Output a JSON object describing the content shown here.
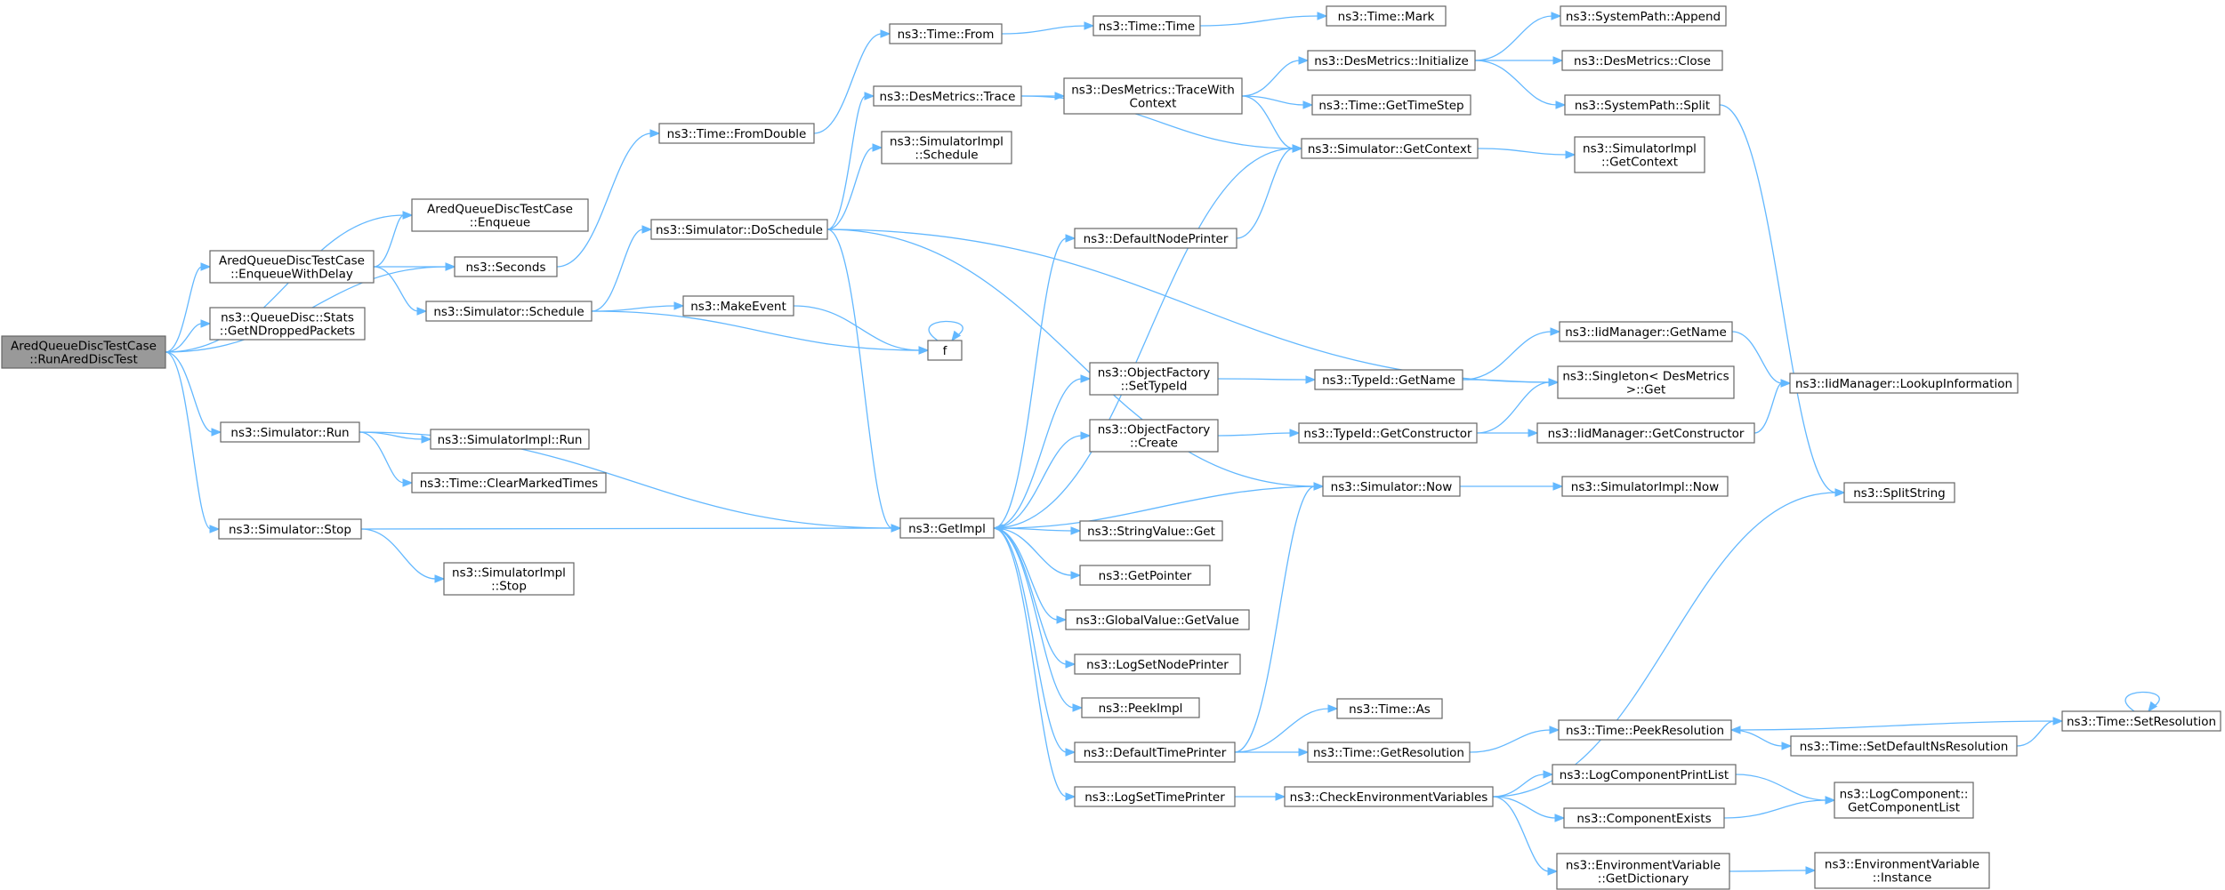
{
  "graph": {
    "root": "AredQueueDiscTestCase::RunAredDiscTest",
    "nodes": [
      {
        "id": "run_ared",
        "lines": [
          "AredQueueDiscTestCase",
          "::RunAredDiscTest"
        ],
        "root": true
      },
      {
        "id": "enqueue",
        "lines": [
          "AredQueueDiscTestCase",
          "::Enqueue"
        ]
      },
      {
        "id": "enqueue_delay",
        "lines": [
          "AredQueueDiscTestCase",
          "::EnqueueWithDelay"
        ]
      },
      {
        "id": "seconds",
        "lines": [
          "ns3::Seconds"
        ]
      },
      {
        "id": "gndp",
        "lines": [
          "ns3::QueueDisc::Stats",
          "::GetNDroppedPackets"
        ]
      },
      {
        "id": "sim_run",
        "lines": [
          "ns3::Simulator::Run"
        ]
      },
      {
        "id": "sim_stop",
        "lines": [
          "ns3::Simulator::Stop"
        ]
      },
      {
        "id": "from_double",
        "lines": [
          "ns3::Time::FromDouble"
        ]
      },
      {
        "id": "sim_schedule",
        "lines": [
          "ns3::Simulator::Schedule"
        ]
      },
      {
        "id": "do_schedule",
        "lines": [
          "ns3::Simulator::DoSchedule"
        ]
      },
      {
        "id": "simimpl_run",
        "lines": [
          "ns3::SimulatorImpl::Run"
        ]
      },
      {
        "id": "clear_marked",
        "lines": [
          "ns3::Time::ClearMarkedTimes"
        ]
      },
      {
        "id": "simimpl_stop",
        "lines": [
          "ns3::SimulatorImpl",
          "::Stop"
        ]
      },
      {
        "id": "time_from",
        "lines": [
          "ns3::Time::From"
        ]
      },
      {
        "id": "des_trace",
        "lines": [
          "ns3::DesMetrics::Trace"
        ]
      },
      {
        "id": "simimpl_schedule",
        "lines": [
          "ns3::SimulatorImpl",
          "::Schedule"
        ]
      },
      {
        "id": "make_event",
        "lines": [
          "ns3::MakeEvent"
        ]
      },
      {
        "id": "f",
        "lines": [
          "f"
        ]
      },
      {
        "id": "get_impl",
        "lines": [
          "ns3::GetImpl"
        ]
      },
      {
        "id": "time_time",
        "lines": [
          "ns3::Time::Time"
        ]
      },
      {
        "id": "des_trace_ctx",
        "lines": [
          "ns3::DesMetrics::TraceWith",
          "Context"
        ]
      },
      {
        "id": "def_node_printer",
        "lines": [
          "ns3::DefaultNodePrinter"
        ]
      },
      {
        "id": "of_settypeid",
        "lines": [
          "ns3::ObjectFactory",
          "::SetTypeId"
        ]
      },
      {
        "id": "of_create",
        "lines": [
          "ns3::ObjectFactory",
          "::Create"
        ]
      },
      {
        "id": "string_get",
        "lines": [
          "ns3::StringValue::Get"
        ]
      },
      {
        "id": "get_pointer",
        "lines": [
          "ns3::GetPointer"
        ]
      },
      {
        "id": "gv_getvalue",
        "lines": [
          "ns3::GlobalValue::GetValue"
        ]
      },
      {
        "id": "log_set_node",
        "lines": [
          "ns3::LogSetNodePrinter"
        ]
      },
      {
        "id": "peek_impl",
        "lines": [
          "ns3::PeekImpl"
        ]
      },
      {
        "id": "def_time_printer",
        "lines": [
          "ns3::DefaultTimePrinter"
        ]
      },
      {
        "id": "log_set_time",
        "lines": [
          "ns3::LogSetTimePrinter"
        ]
      },
      {
        "id": "time_mark",
        "lines": [
          "ns3::Time::Mark"
        ]
      },
      {
        "id": "des_init",
        "lines": [
          "ns3::DesMetrics::Initialize"
        ]
      },
      {
        "id": "get_timestep",
        "lines": [
          "ns3::Time::GetTimeStep"
        ]
      },
      {
        "id": "sim_getcontext",
        "lines": [
          "ns3::Simulator::GetContext"
        ]
      },
      {
        "id": "typeid_getname",
        "lines": [
          "ns3::TypeId::GetName"
        ]
      },
      {
        "id": "typeid_getctor",
        "lines": [
          "ns3::TypeId::GetConstructor"
        ]
      },
      {
        "id": "sim_now",
        "lines": [
          "ns3::Simulator::Now"
        ]
      },
      {
        "id": "time_as",
        "lines": [
          "ns3::Time::As"
        ]
      },
      {
        "id": "time_getres",
        "lines": [
          "ns3::Time::GetResolution"
        ]
      },
      {
        "id": "check_env",
        "lines": [
          "ns3::CheckEnvironmentVariables"
        ]
      },
      {
        "id": "sp_append",
        "lines": [
          "ns3::SystemPath::Append"
        ]
      },
      {
        "id": "des_close",
        "lines": [
          "ns3::DesMetrics::Close"
        ]
      },
      {
        "id": "sp_split",
        "lines": [
          "ns3::SystemPath::Split"
        ]
      },
      {
        "id": "simimpl_getctx",
        "lines": [
          "ns3::SimulatorImpl",
          "::GetContext"
        ]
      },
      {
        "id": "iid_getname",
        "lines": [
          "ns3::IidManager::GetName"
        ]
      },
      {
        "id": "singleton_get",
        "lines": [
          "ns3::Singleton< DesMetrics",
          " >::Get"
        ]
      },
      {
        "id": "iid_getctor",
        "lines": [
          "ns3::IidManager::GetConstructor"
        ]
      },
      {
        "id": "simimpl_now",
        "lines": [
          "ns3::SimulatorImpl::Now"
        ]
      },
      {
        "id": "time_peekres",
        "lines": [
          "ns3::Time::PeekResolution"
        ]
      },
      {
        "id": "log_print_list",
        "lines": [
          "ns3::LogComponentPrintList"
        ]
      },
      {
        "id": "comp_exists",
        "lines": [
          "ns3::ComponentExists"
        ]
      },
      {
        "id": "env_getdict",
        "lines": [
          "ns3::EnvironmentVariable",
          "::GetDictionary"
        ]
      },
      {
        "id": "iid_lookup",
        "lines": [
          "ns3::IidManager::LookupInformation"
        ]
      },
      {
        "id": "split_string",
        "lines": [
          "ns3::SplitString"
        ]
      },
      {
        "id": "time_setdefault",
        "lines": [
          "ns3::Time::SetDefaultNsResolution"
        ]
      },
      {
        "id": "log_getlist",
        "lines": [
          "ns3::LogComponent::",
          "GetComponentList"
        ]
      },
      {
        "id": "env_instance",
        "lines": [
          "ns3::EnvironmentVariable",
          "::Instance"
        ]
      },
      {
        "id": "time_setres",
        "lines": [
          "ns3::Time::SetResolution"
        ]
      }
    ],
    "edges": [
      [
        "run_ared",
        "enqueue"
      ],
      [
        "run_ared",
        "enqueue_delay"
      ],
      [
        "run_ared",
        "seconds"
      ],
      [
        "run_ared",
        "gndp"
      ],
      [
        "run_ared",
        "sim_run"
      ],
      [
        "run_ared",
        "sim_stop"
      ],
      [
        "enqueue_delay",
        "enqueue"
      ],
      [
        "enqueue_delay",
        "seconds"
      ],
      [
        "enqueue_delay",
        "sim_schedule"
      ],
      [
        "seconds",
        "from_double"
      ],
      [
        "from_double",
        "time_from"
      ],
      [
        "time_from",
        "time_time"
      ],
      [
        "time_time",
        "time_mark"
      ],
      [
        "sim_schedule",
        "do_schedule"
      ],
      [
        "sim_schedule",
        "make_event"
      ],
      [
        "sim_schedule",
        "f"
      ],
      [
        "make_event",
        "f"
      ],
      [
        "f",
        "f"
      ],
      [
        "do_schedule",
        "des_trace"
      ],
      [
        "do_schedule",
        "simimpl_schedule"
      ],
      [
        "do_schedule",
        "get_impl"
      ],
      [
        "do_schedule",
        "sim_now"
      ],
      [
        "do_schedule",
        "singleton_get"
      ],
      [
        "des_trace",
        "des_trace_ctx"
      ],
      [
        "des_trace",
        "sim_getcontext"
      ],
      [
        "des_trace_ctx",
        "des_init"
      ],
      [
        "des_trace_ctx",
        "get_timestep"
      ],
      [
        "des_trace_ctx",
        "sim_getcontext"
      ],
      [
        "des_init",
        "sp_append"
      ],
      [
        "des_init",
        "des_close"
      ],
      [
        "des_init",
        "sp_split"
      ],
      [
        "sp_split",
        "split_string"
      ],
      [
        "sim_getcontext",
        "simimpl_getctx"
      ],
      [
        "sim_run",
        "simimpl_run"
      ],
      [
        "sim_run",
        "clear_marked"
      ],
      [
        "sim_run",
        "get_impl"
      ],
      [
        "sim_stop",
        "get_impl"
      ],
      [
        "sim_stop",
        "simimpl_stop"
      ],
      [
        "get_impl",
        "def_node_printer"
      ],
      [
        "get_impl",
        "of_settypeid"
      ],
      [
        "get_impl",
        "of_create"
      ],
      [
        "get_impl",
        "string_get"
      ],
      [
        "get_impl",
        "get_pointer"
      ],
      [
        "get_impl",
        "gv_getvalue"
      ],
      [
        "get_impl",
        "log_set_node"
      ],
      [
        "get_impl",
        "peek_impl"
      ],
      [
        "get_impl",
        "def_time_printer"
      ],
      [
        "get_impl",
        "log_set_time"
      ],
      [
        "get_impl",
        "sim_getcontext"
      ],
      [
        "def_node_printer",
        "sim_getcontext"
      ],
      [
        "of_settypeid",
        "typeid_getname"
      ],
      [
        "of_create",
        "typeid_getctor"
      ],
      [
        "typeid_getname",
        "iid_getname"
      ],
      [
        "typeid_getname",
        "singleton_get"
      ],
      [
        "typeid_getctor",
        "iid_getctor"
      ],
      [
        "typeid_getctor",
        "singleton_get"
      ],
      [
        "iid_getname",
        "iid_lookup"
      ],
      [
        "iid_getctor",
        "iid_lookup"
      ],
      [
        "sim_now",
        "get_impl"
      ],
      [
        "sim_now",
        "simimpl_now"
      ],
      [
        "def_time_printer",
        "sim_now"
      ],
      [
        "def_time_printer",
        "time_as"
      ],
      [
        "def_time_printer",
        "time_getres"
      ],
      [
        "time_getres",
        "time_peekres"
      ],
      [
        "time_peekres",
        "time_setdefault"
      ],
      [
        "time_setdefault",
        "time_setres"
      ],
      [
        "time_setres",
        "time_peekres"
      ],
      [
        "time_setres",
        "time_setres"
      ],
      [
        "log_set_time",
        "check_env"
      ],
      [
        "check_env",
        "log_print_list"
      ],
      [
        "check_env",
        "comp_exists"
      ],
      [
        "check_env",
        "env_getdict"
      ],
      [
        "check_env",
        "split_string"
      ],
      [
        "log_print_list",
        "log_getlist"
      ],
      [
        "comp_exists",
        "log_getlist"
      ],
      [
        "env_getdict",
        "env_instance"
      ]
    ]
  }
}
